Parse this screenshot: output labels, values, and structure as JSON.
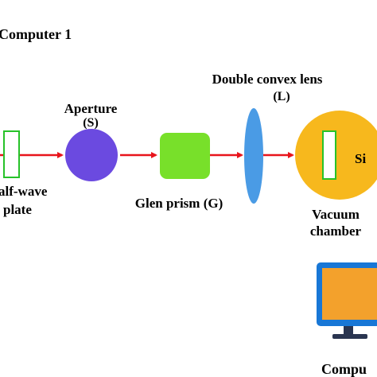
{
  "labels": {
    "computer_top": "Computer 1",
    "halfwave_line1": "alf-wave",
    "halfwave_line2": "plate",
    "aperture_name": "Aperture",
    "aperture_symbol": "(S)",
    "glen_prism": "Glen prism (G)",
    "lens_name": "Double convex lens",
    "lens_symbol": "(L)",
    "sample": "Si",
    "chamber_line1": "Vacuum",
    "chamber_line2": "chamber",
    "computer_bottom": "Compu"
  },
  "colors": {
    "beam": "#e8141b",
    "halfwave_plate_border": "#27c229",
    "aperture": "#6b4ae0",
    "glen_prism": "#78e02a",
    "lens": "#4a9be5",
    "vacuum_chamber": "#f7b81d",
    "monitor": "#1877d6",
    "screen": "#f3a12c"
  }
}
